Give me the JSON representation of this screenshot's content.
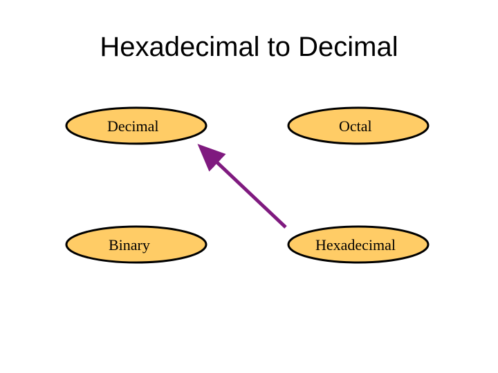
{
  "title": "Hexadecimal to Decimal",
  "colors": {
    "node_fill": "#FFCC66",
    "node_stroke": "#000000",
    "arrow": "#7F1A7F"
  },
  "nodes": [
    {
      "id": "decimal",
      "label": "Decimal"
    },
    {
      "id": "octal",
      "label": "Octal"
    },
    {
      "id": "binary",
      "label": "Binary"
    },
    {
      "id": "hexadecimal",
      "label": "Hexadecimal"
    }
  ],
  "edges": [
    {
      "from": "hexadecimal",
      "to": "decimal"
    }
  ]
}
